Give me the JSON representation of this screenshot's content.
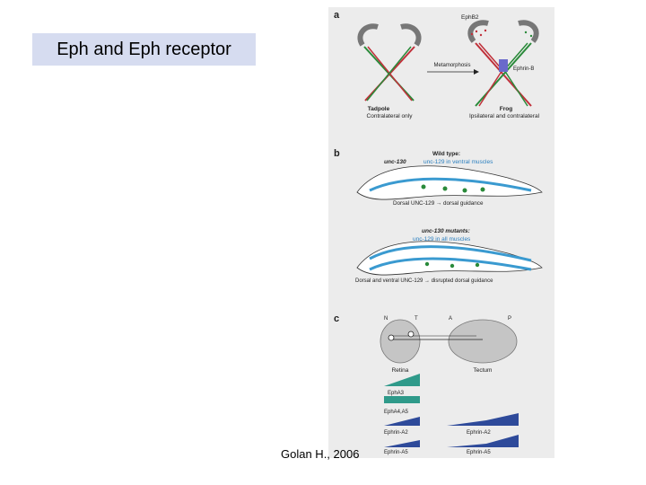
{
  "slide": {
    "title": "Eph and Eph receptor",
    "citation": "Golan H., 2006"
  },
  "figure": {
    "panel_a": {
      "letter": "a",
      "ephb2": "EphB2",
      "metamorphosis": "Metamorphosis",
      "ephrin_b": "Ephrin-B",
      "tadpole": "Tadpole",
      "tadpole_sub": "Contralateral only",
      "frog": "Frog",
      "frog_sub": "Ipsilateral and contralateral"
    },
    "panel_b": {
      "letter": "b",
      "wild_type": "Wild type:",
      "wt_line_a": "unc-130",
      "wt_line_b": "unc-129 in ventral muscles",
      "dorsal_guidance": "Dorsal UNC-129 → dorsal guidance",
      "mutants_a": "unc-130 mutants:",
      "mutants_b": "unc-129 in all muscles",
      "disrupted": "Dorsal and ventral UNC-129 → disrupted dorsal guidance"
    },
    "panel_c": {
      "letter": "c",
      "n": "N",
      "t": "T",
      "a": "A",
      "p": "P",
      "retina": "Retina",
      "tectum": "Tectum",
      "epha3": "EphA3",
      "epha4a5": "EphA4,A5",
      "ephrin_a2_left": "Ephrin-A2",
      "ephrin_a5_left": "Ephrin-A5",
      "ephrin_a2_right": "Ephrin-A2",
      "ephrin_a5_right": "Ephrin-A5"
    }
  }
}
